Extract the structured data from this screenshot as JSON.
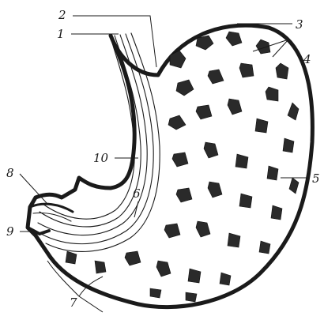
{
  "diagram": {
    "labels": [
      {
        "id": "1",
        "text": "1"
      },
      {
        "id": "2",
        "text": "2"
      },
      {
        "id": "3",
        "text": "3"
      },
      {
        "id": "4",
        "text": "4"
      },
      {
        "id": "5",
        "text": "5"
      },
      {
        "id": "6",
        "text": "6"
      },
      {
        "id": "7",
        "text": "7"
      },
      {
        "id": "8",
        "text": "8"
      },
      {
        "id": "9",
        "text": "9"
      },
      {
        "id": "10",
        "text": "10"
      }
    ]
  },
  "colors": {
    "ink": "#1a1a1a",
    "background": "#ffffff"
  }
}
